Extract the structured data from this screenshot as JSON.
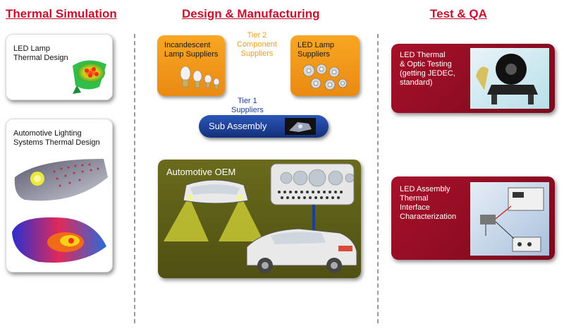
{
  "headers": {
    "thermal": "Thermal Simulation",
    "design": "Design & Manufacturing",
    "test": "Test & QA"
  },
  "thermal": {
    "led_card": [
      "LED Lamp",
      "Thermal Design"
    ],
    "auto_card": [
      "Automotive Lighting",
      "Systems Thermal Design"
    ]
  },
  "design": {
    "incandescent": [
      "Incandescent",
      "Lamp Suppliers"
    ],
    "led_suppliers": [
      "LED Lamp",
      "Suppliers"
    ],
    "tier2": [
      "Tier 2",
      "Component",
      "Suppliers"
    ],
    "tier1": [
      "Tier 1",
      "Suppliers"
    ],
    "sub_assembly": "Sub Assembly",
    "oem": "Automotive OEM"
  },
  "test": {
    "optic": [
      "LED Thermal",
      "& Optic Testing",
      "(getting JEDEC,",
      "standard)"
    ],
    "interface": [
      "LED Assembly",
      "Thermal",
      "Interface",
      "Characterization"
    ]
  },
  "colors": {
    "header_red": "#c8102e",
    "orange": "#f29a1c",
    "navy": "#1d3f93",
    "olive": "#5e5f17",
    "maroon": "#961027",
    "tier_orange": "#e8a020",
    "tier_blue": "#1d3f93"
  }
}
